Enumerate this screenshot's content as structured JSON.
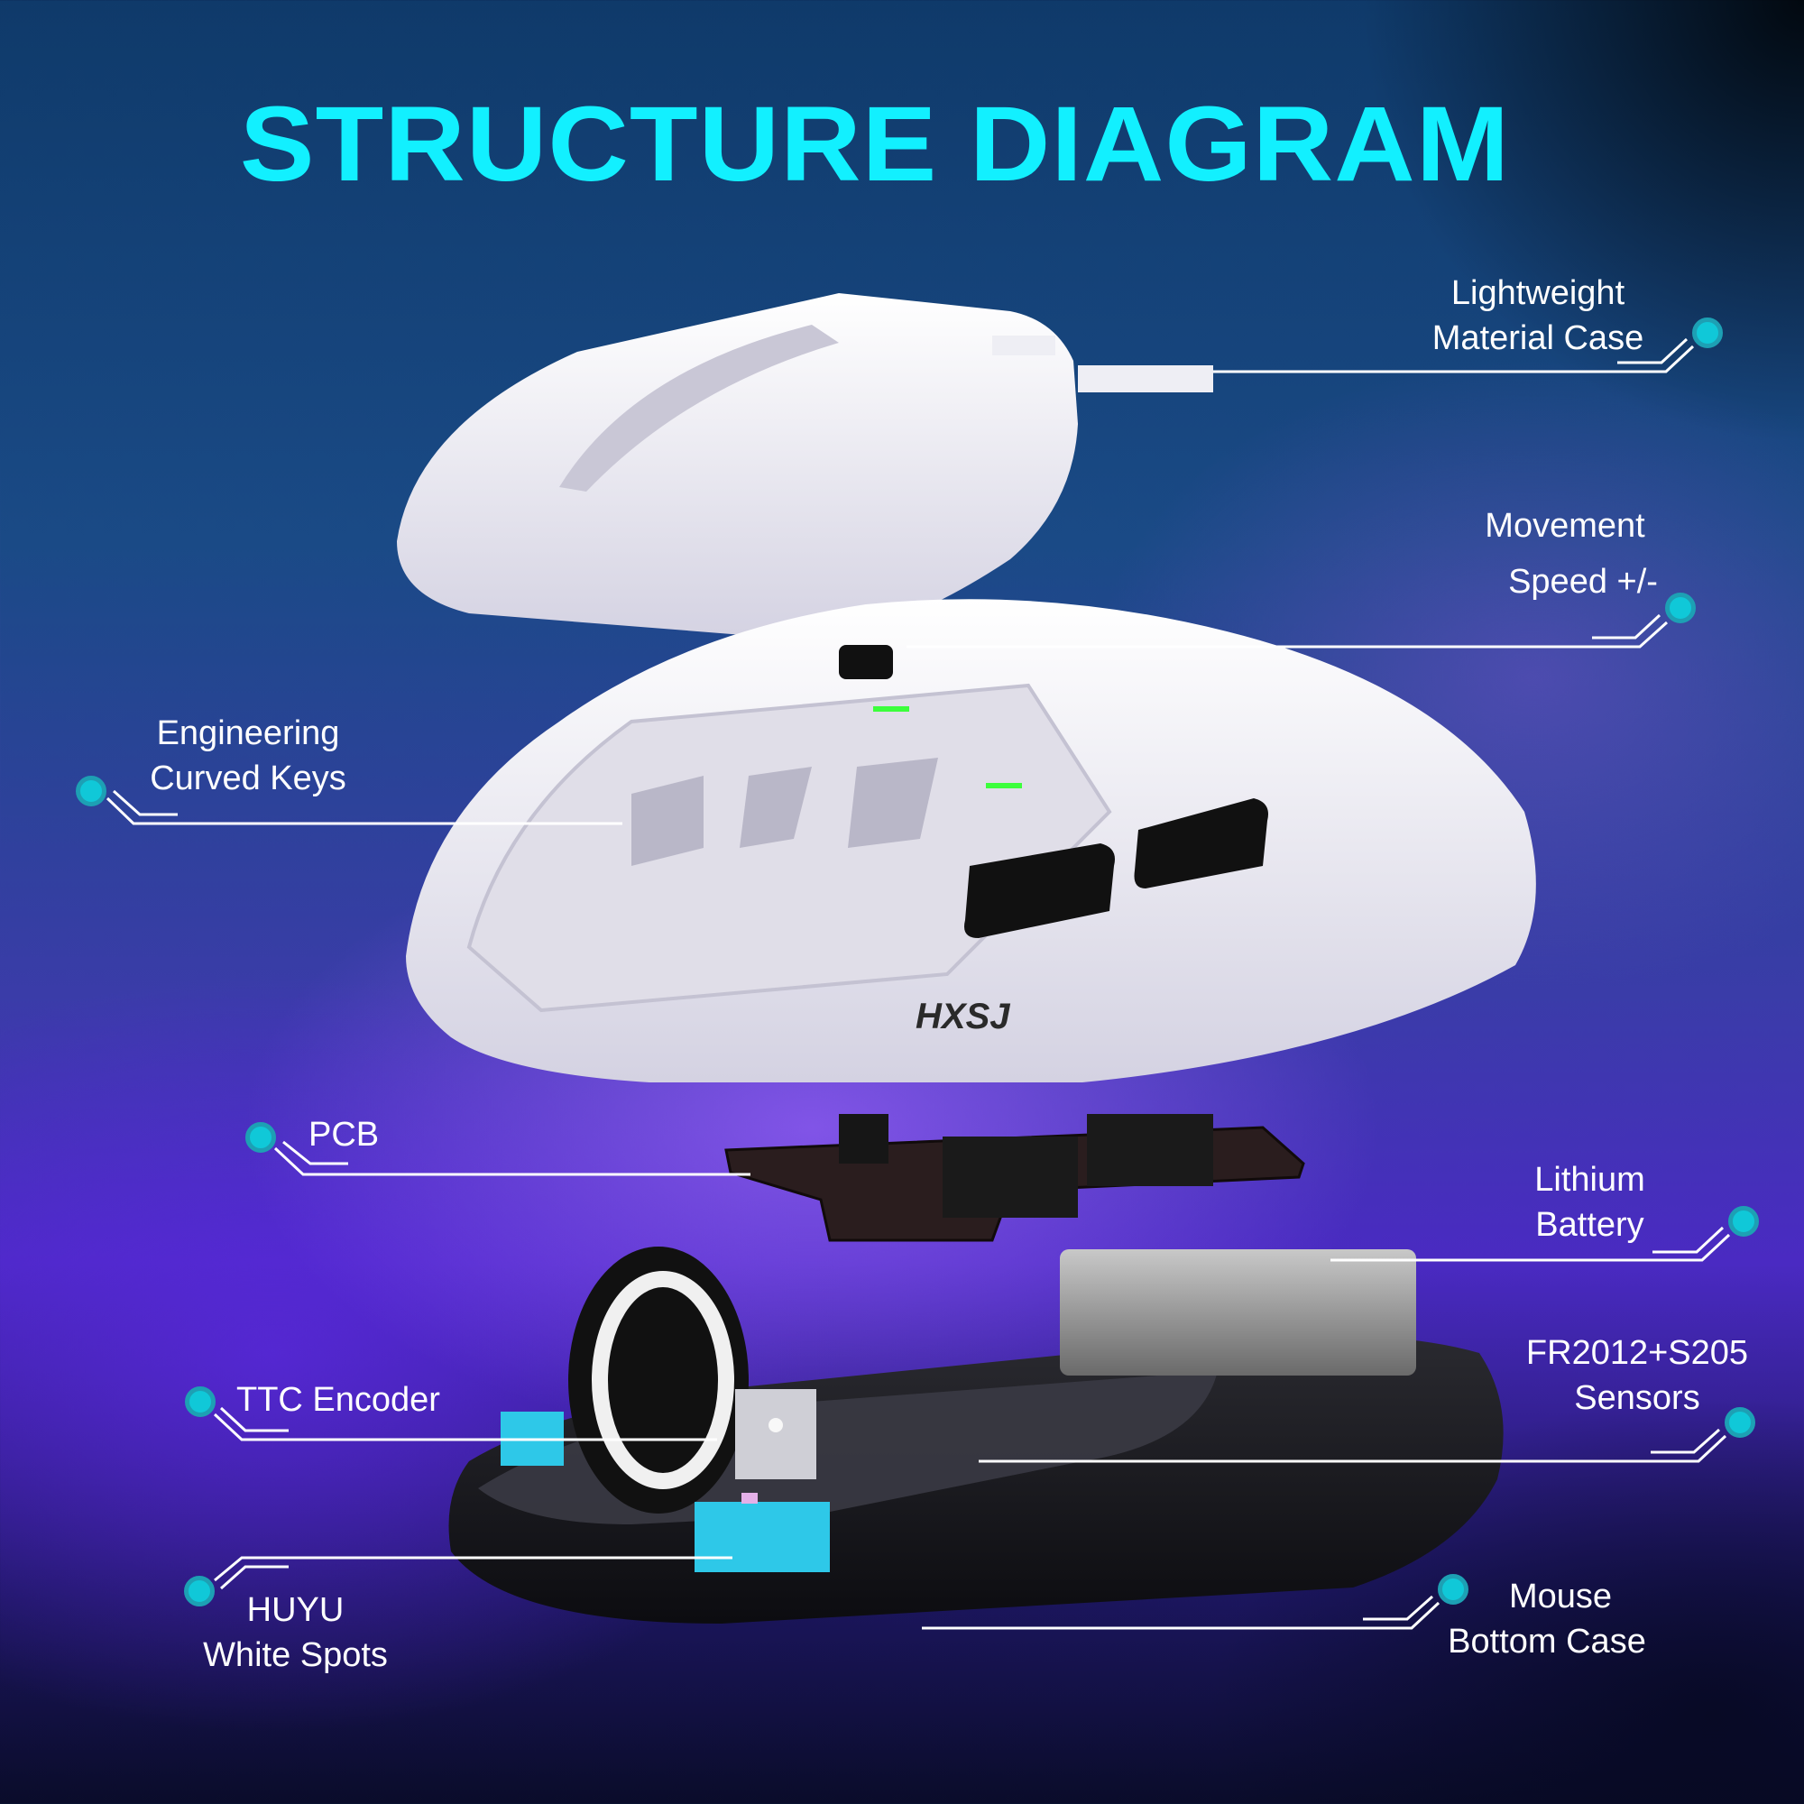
{
  "title": "STRUCTURE DIAGRAM",
  "brand_logo": "HXSJ",
  "colors": {
    "title": "#12f0ff",
    "callout_dot": "#10c8d8",
    "callout_line": "#ffffff",
    "mouse_shell": "#f2f2f6",
    "switch_blue": "#2ec8e8"
  },
  "callouts": {
    "lightweight_case": {
      "line1": "Lightweight",
      "line2": "Material Case"
    },
    "movement_speed": {
      "line1": "Movement",
      "line2": "Speed +/-"
    },
    "curved_keys": {
      "line1": "Engineering",
      "line2": "Curved Keys"
    },
    "pcb": {
      "line1": "PCB"
    },
    "battery": {
      "line1": "Lithium",
      "line2": "Battery"
    },
    "encoder": {
      "line1": "TTC Encoder"
    },
    "sensors": {
      "line1": "FR2012+S205",
      "line2": "Sensors"
    },
    "switches": {
      "line1": "HUYU",
      "line2": "White Spots"
    },
    "bottom_case": {
      "line1": "Mouse",
      "line2": "Bottom Case"
    }
  }
}
